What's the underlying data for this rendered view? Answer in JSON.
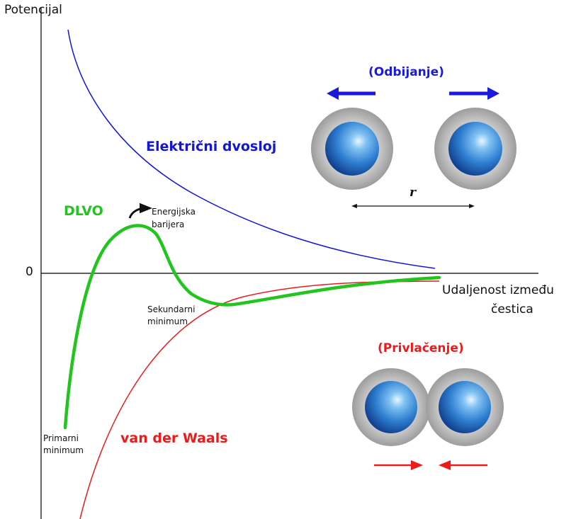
{
  "axes": {
    "y_label": "Potencijal",
    "zero_label": "0",
    "x_label_line1": "Udaljenost između",
    "x_label_line2": "čestica"
  },
  "curves": {
    "electric_double_layer": {
      "label": "Električni dvosloj",
      "color": "#1515d8"
    },
    "dlvo": {
      "label": "DLVO",
      "color": "#22c41e"
    },
    "van_der_waals": {
      "label": "van der Waals",
      "color": "#ee1a1a"
    }
  },
  "annotations": {
    "energy_barrier_line1": "Energijska",
    "energy_barrier_line2": "barijera",
    "secondary_min_line1": "Sekundarni",
    "secondary_min_line2": "minimum",
    "primary_min_line1": "Primarni",
    "primary_min_line2": "minimum"
  },
  "repulsion": {
    "label": "(Odbijanje)",
    "distance_label": "r",
    "color": "#1a1adf"
  },
  "attraction": {
    "label": "(Privlačenje)",
    "color": "#ee1a1a"
  }
}
